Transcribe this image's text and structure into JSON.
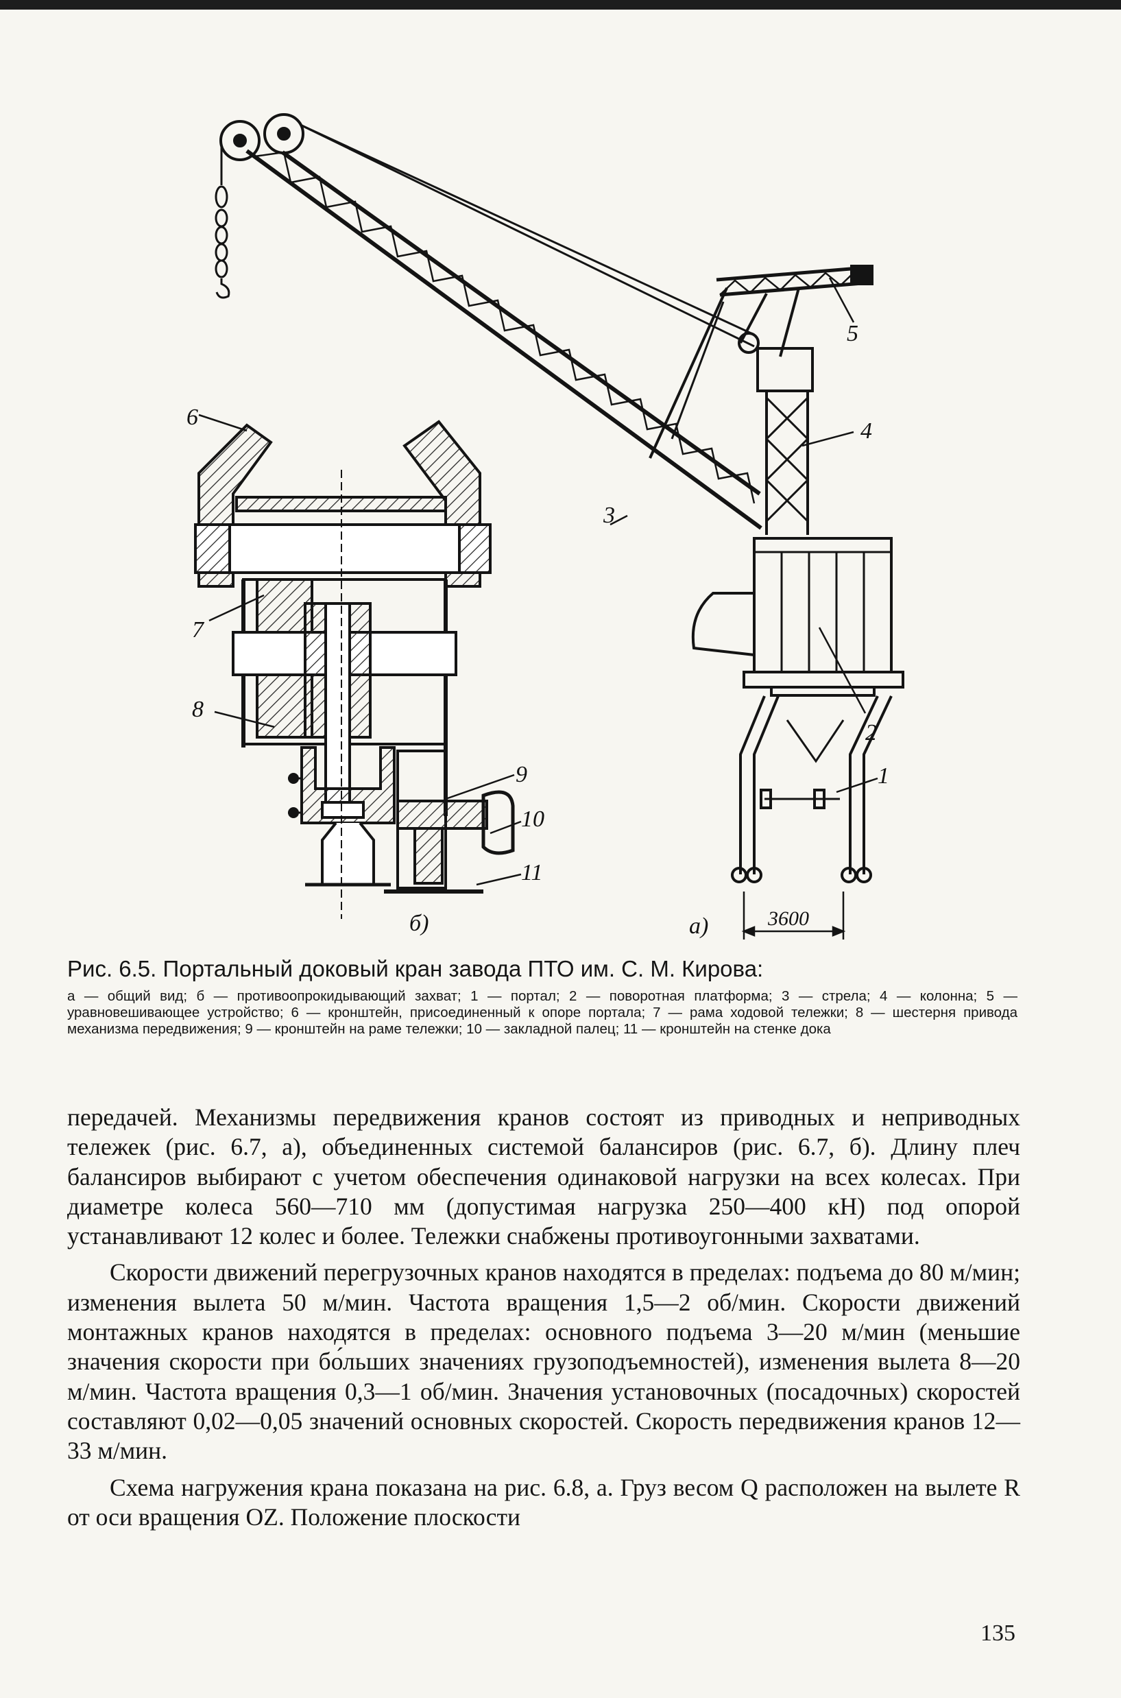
{
  "figure": {
    "labels": {
      "l1": "1",
      "l2": "2",
      "l3": "3",
      "l4": "4",
      "l5": "5",
      "l6": "6",
      "l7": "7",
      "l8": "8",
      "l9": "9",
      "l10": "10",
      "l11": "11",
      "view_a": "а)",
      "view_b": "б)",
      "dimension": "3600"
    },
    "caption_title": "Рис. 6.5. Портальный доковый кран завода ПТО им. С. М. Кирова:",
    "caption_legend": "а — общий вид; б — противоопрокидывающий захват; 1 — портал; 2 — поворотная платформа; 3 — стрела; 4 — колонна; 5 — уравновешивающее устройство; 6 — кронштейн, присоединенный к опоре портала; 7 — рама ходовой тележки; 8 — шестерня привода механизма передвижения; 9 — кронштейн на раме тележки; 10 — закладной палец; 11 — кронштейн на стенке дока"
  },
  "body": {
    "p1": "передачей. Механизмы передвижения кранов состоят из приводных и неприводных тележек (рис. 6.7, а), объединенных системой балансиров (рис. 6.7, б). Длину плеч балансиров выбирают с учетом обеспечения одинаковой нагрузки на всех колесах. При диаметре колеса 560—710 мм (допустимая нагрузка 250—400 кН) под опорой устанавливают 12 колес и более. Тележки снабжены противоугонными захватами.",
    "p2": "Скорости движений перегрузочных кранов находятся в пределах: подъема до 80 м/мин; изменения вылета 50 м/мин. Частота вращения 1,5—2 об/мин. Скорости движений монтажных кранов находятся в пределах: основного подъема 3—20 м/мин (меньшие значения скорости при бо́льших значениях грузоподъемностей), изменения вылета 8—20 м/мин. Частота вращения 0,3—1 об/мин. Значения установочных (посадочных) скоростей составляют 0,02—0,05 значений основных скоростей. Скорость передвижения кранов 12—33 м/мин.",
    "p3": "Схема нагружения крана показана на рис. 6.8, а. Груз весом Q расположен на вылете R от оси вращения OZ. Положение плоскости"
  },
  "page_number": "135"
}
